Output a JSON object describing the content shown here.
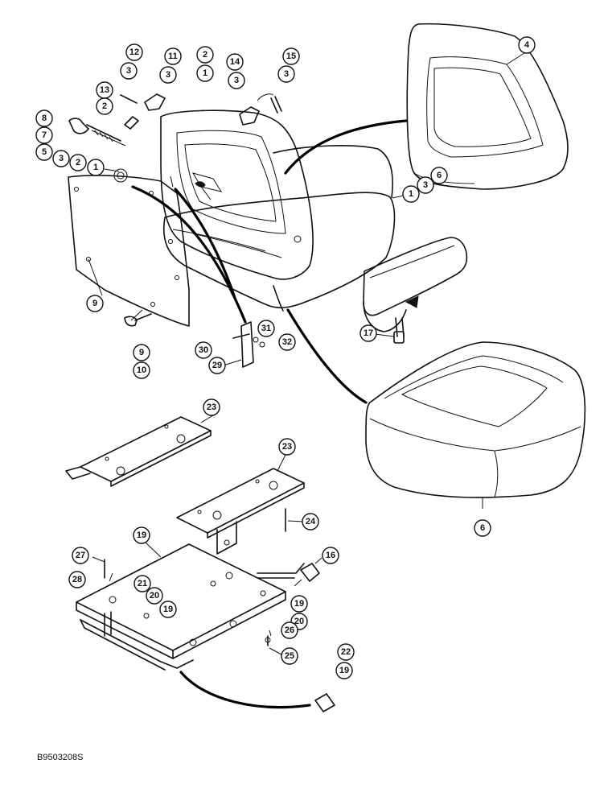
{
  "figure_code": "B9503208S",
  "callouts": {
    "c12": "12",
    "c3a": "3",
    "c11": "11",
    "c3b": "3",
    "c2a": "2",
    "c1a": "1",
    "c14": "14",
    "c3c": "3",
    "c15": "15",
    "c3d": "3",
    "c4": "4",
    "c13": "13",
    "c2b": "2",
    "c8": "8",
    "c7": "7",
    "c5": "5",
    "c3e": "3",
    "c2c": "2",
    "c1b": "1",
    "c1c": "1",
    "c3f": "3",
    "c6a": "6",
    "c9a": "9",
    "c9b": "9",
    "c10": "10",
    "c17": "17",
    "c31": "31",
    "c30": "30",
    "c32": "32",
    "c29": "29",
    "c23a": "23",
    "c23b": "23",
    "c6b": "6",
    "c24": "24",
    "c19a": "19",
    "c16": "16",
    "c27": "27",
    "c28": "28",
    "c21": "21",
    "c20a": "20",
    "c19b": "19",
    "c19c": "19",
    "c20b": "20",
    "c26": "26",
    "c25": "25",
    "c22": "22",
    "c19d": "19"
  }
}
